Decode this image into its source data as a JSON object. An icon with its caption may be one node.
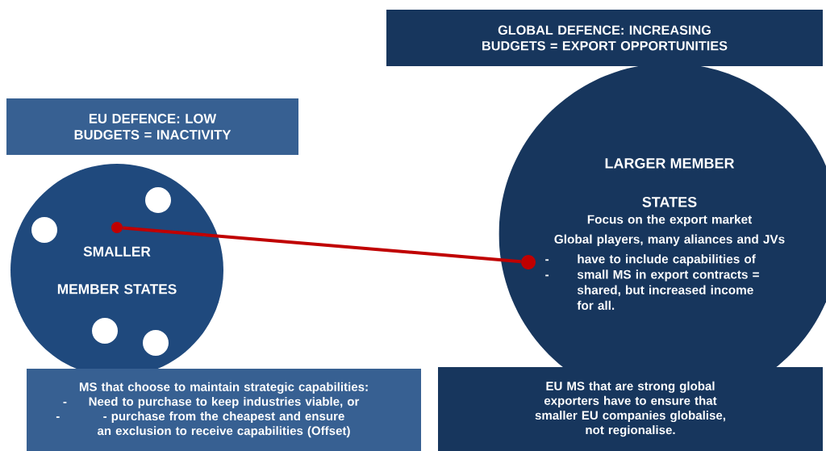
{
  "diagram": {
    "nodes": [
      {
        "text": [
          "GLOBAL DEFENCE: INCREASING  BUDGETS = EXPORT OPPORTUNITIES"
        ]
      },
      {
        "text": [
          "EU DEFENCE: LOW BUDGETS = INACTIVITY"
        ]
      },
      {
        "text": [
          "SMALLER MEMBER STATES"
        ]
      },
      {
        "text": [
          "LARGER MEMBER STATES",
          "Focus on the export market",
          "Global players, many aliances and JVs",
          "-",
          "have to include capabilities of",
          "-",
          "small MS in export contracts = shared, but increased income for all."
        ]
      },
      {
        "text": [],
        "shape": "circle",
        "in": 2
      },
      {
        "text": [],
        "shape": "circle",
        "in": 2
      },
      {
        "text": [],
        "shape": "circle",
        "in": 2
      },
      {
        "text": [],
        "shape": "circle",
        "in": 2
      },
      {
        "text": [],
        "shape": "circle",
        "in": 2
      },
      {
        "text": [],
        "shape": "circle",
        "in": 3
      },
      {
        "text": [
          "MS that choose to maintain strategic capabilities:",
          "-",
          "Need to purchase to keep industries viable, or",
          "-",
          "- purchase from the cheapest and ensure an exclusion to receive capabilities (Offset)"
        ]
      },
      {
        "text": [
          "EU MS that are strong global exporters have to ensure that smaller EU companies globalise,",
          "not regionalise."
        ]
      }
    ],
    "edges": [
      {
        "from": 8,
        "to": 9,
        "arrow": "none",
        "color": "#c00000"
      }
    ]
  }
}
